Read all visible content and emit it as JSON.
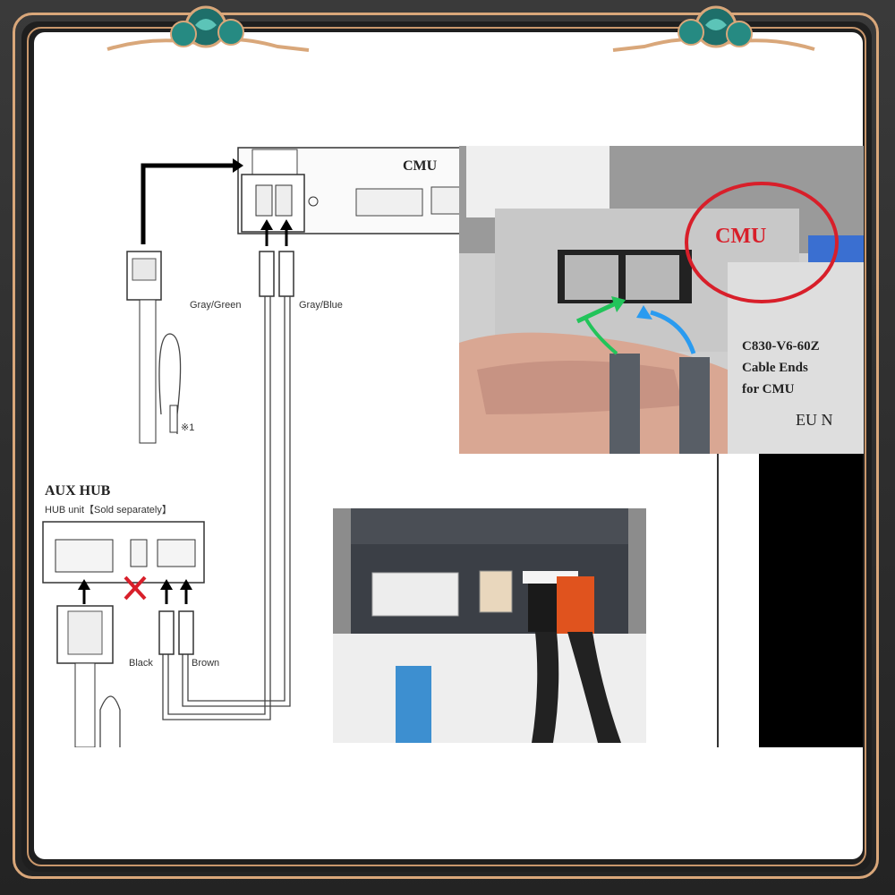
{
  "diagram": {
    "cmu_label": "CMU",
    "gray_green": "Gray/Green",
    "gray_blue": "Gray/Blue",
    "circled_one": "※1",
    "aux_hub": "AUX HUB",
    "hub_unit": "HUB unit【Sold separately】",
    "black": "Black",
    "brown": "Brown"
  },
  "photo_top": {
    "cmu_circle_label": "CMU",
    "caption_line1": "C830-V6-60Z",
    "caption_line2": "Cable Ends",
    "caption_line3": "for CMU",
    "caption_line4": "EU N"
  },
  "colors": {
    "frame_gold": "#d9a77a",
    "arrow_green": "#22c45a",
    "arrow_blue": "#2a9bf0",
    "circle_red": "#d81f2a",
    "orange_connector": "#e0531e"
  }
}
